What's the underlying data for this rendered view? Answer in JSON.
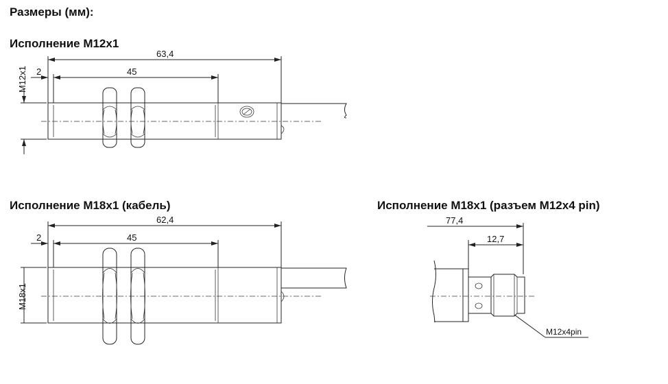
{
  "title": "Размеры (мм):",
  "variants": [
    {
      "heading": "Исполнение M12x1",
      "overall": "63,4",
      "thread_length": "45",
      "offset": "2",
      "thread": "M12x1"
    },
    {
      "heading": "Исполнение M18x1 (кабель)",
      "overall": "62,4",
      "thread_length": "45",
      "offset": "2",
      "thread": "M18x1"
    },
    {
      "heading": "Исполнение M18x1 (разъем M12x4 pin)",
      "overall": "77,4",
      "connector_length": "12,7",
      "connector": "M12x4pin"
    }
  ]
}
